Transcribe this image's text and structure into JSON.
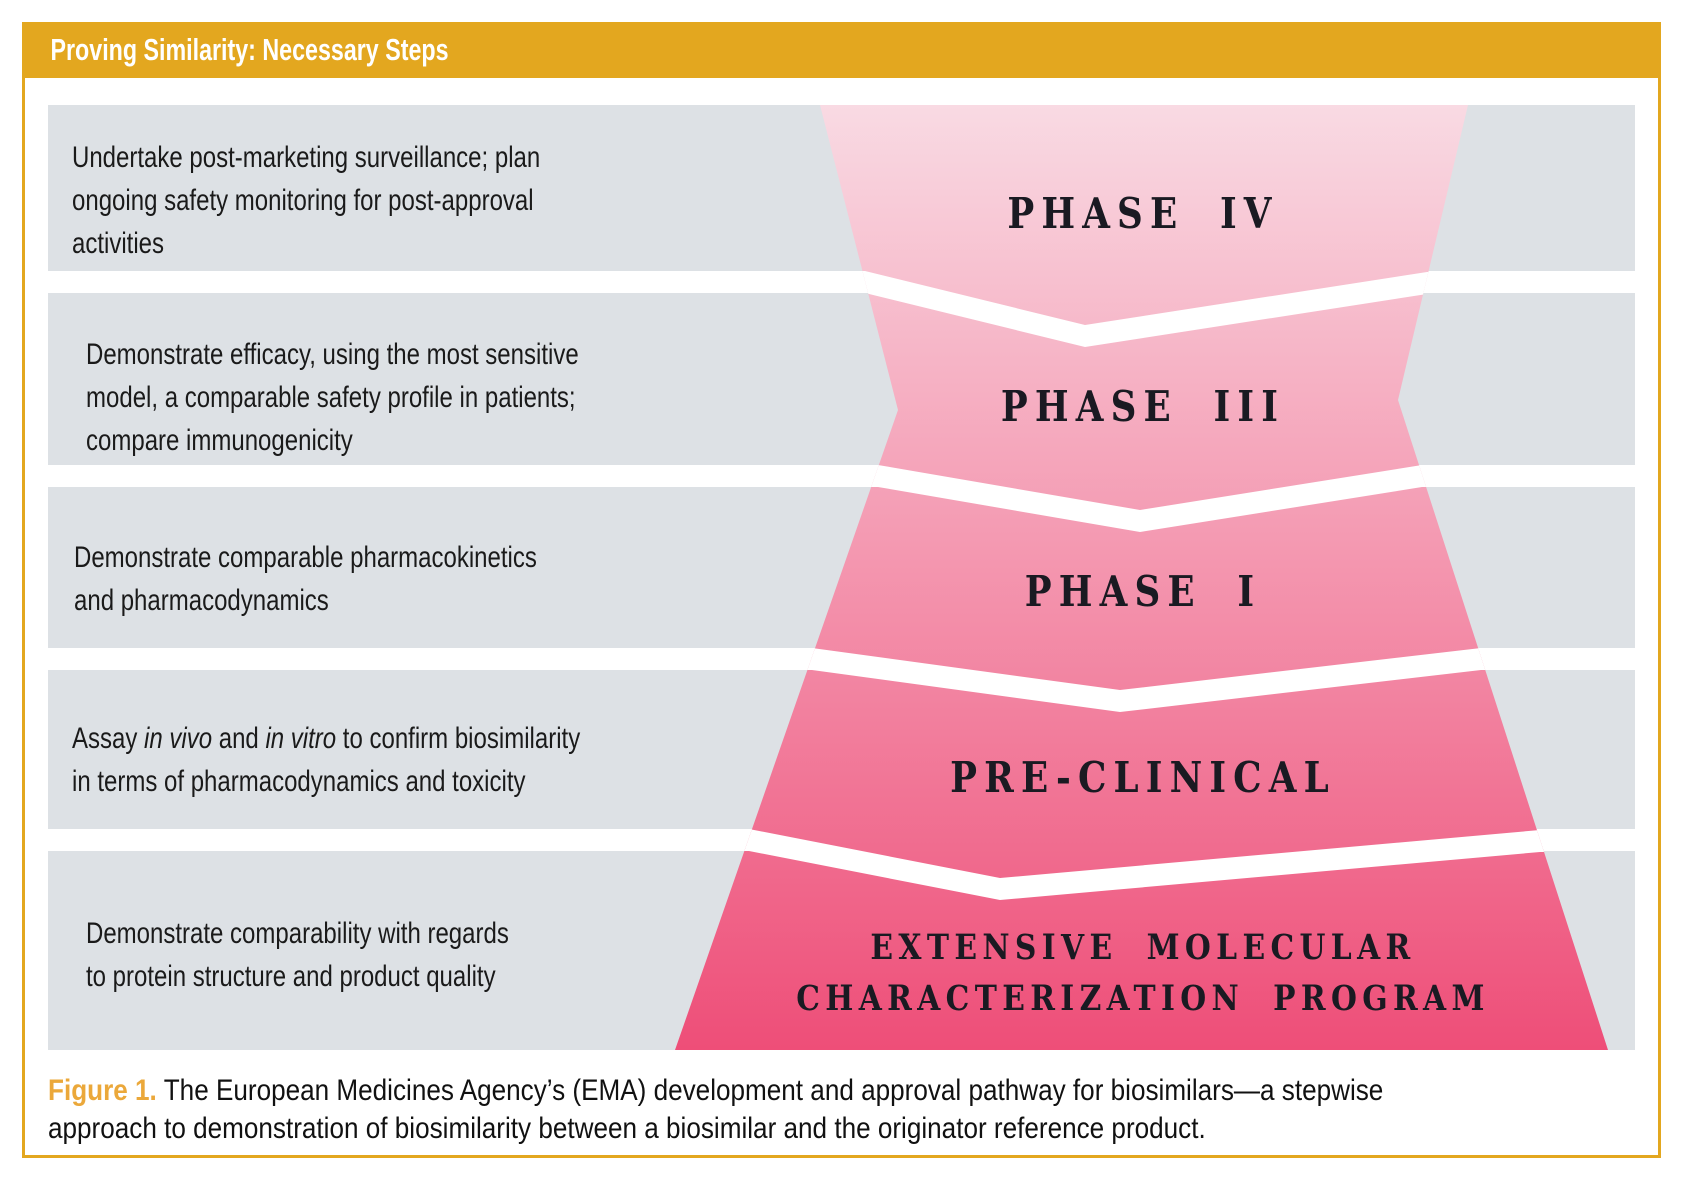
{
  "header": {
    "title": "Proving Similarity: Necessary Steps"
  },
  "figure": {
    "steps": [
      {
        "phase_label": "PHASE IV",
        "description_lines": [
          "Undertake post-marketing surveillance; plan",
          "ongoing safety monitoring for post-approval",
          "activities"
        ]
      },
      {
        "phase_label": "PHASE III",
        "description_lines": [
          "Demonstrate efficacy, using the most sensitive",
          "model, a comparable safety profile in patients;",
          "compare immunogenicity"
        ]
      },
      {
        "phase_label": "PHASE I",
        "description_lines": [
          "Demonstrate comparable pharmacokinetics",
          "and pharmacodynamics"
        ]
      },
      {
        "phase_label": "PRE-CLINICAL",
        "description_line1_segments": {
          "s1": "Assay ",
          "i1": "in vivo",
          "s2": " and ",
          "i2": "in vitro",
          "s3": " to confirm biosimilarity"
        },
        "description_line2": "in terms of pharmacodynamics and toxicity"
      },
      {
        "phase_label_lines": [
          "EXTENSIVE MOLECULAR",
          "CHARACTERIZATION PROGRAM"
        ],
        "description_lines": [
          "Demonstrate comparability with regards",
          "to protein structure and product quality"
        ]
      }
    ]
  },
  "caption": {
    "label": "Figure 1.",
    "text_line1": "The European Medicines Agency’s (EMA) development and approval pathway for biosimilars—a stepwise",
    "text_line2": "approach to demonstration of biosimilarity between a biosimilar and the originator reference product."
  },
  "colors": {
    "frame_gold": "#E3A71F",
    "caption_label_gold": "#EBA83A",
    "row_gray": "#DDE1E5",
    "funnel_top_pink": "#F9DAE3",
    "funnel_bottom_pink": "#EE4E78",
    "separator_white": "#FFFFFF",
    "phase_text": "#1A1A22",
    "body_text": "#1A1A1A",
    "header_text": "#FFFFFF"
  }
}
